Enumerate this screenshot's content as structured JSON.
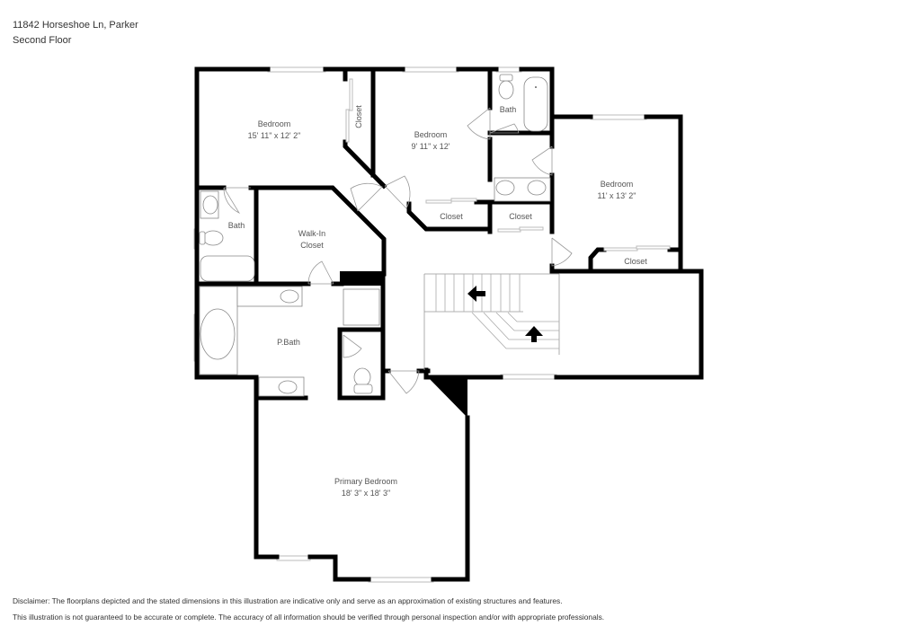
{
  "header": {
    "address": "11842 Horseshoe Ln, Parker",
    "floor": "Second Floor"
  },
  "rooms": [
    {
      "name": "Bedroom",
      "dimensions": "15' 11\" x 12' 2\""
    },
    {
      "name": "Closet",
      "dimensions": ""
    },
    {
      "name": "Bedroom",
      "dimensions": "9' 11\" x 12'"
    },
    {
      "name": "Bath",
      "dimensions": ""
    },
    {
      "name": "Bedroom",
      "dimensions": "11' x 13' 2\""
    },
    {
      "name": "Closet",
      "dimensions": ""
    },
    {
      "name": "Closet",
      "dimensions": ""
    },
    {
      "name": "Closet",
      "dimensions": ""
    },
    {
      "name": "Bath",
      "dimensions": ""
    },
    {
      "name": "Walk-In",
      "dimensions": "Closet"
    },
    {
      "name": "P.Bath",
      "dimensions": ""
    },
    {
      "name": "Primary Bedroom",
      "dimensions": "18' 3\" x 18' 3\""
    }
  ],
  "disclaimer": {
    "line1": "Disclaimer: The floorplans depicted and the stated dimensions in this illustration are indicative only and serve as an approximation of existing structures and features.",
    "line2": "This illustration is not guaranteed to be accurate or complete. The accuracy of all information should be verified through personal inspection and/or with appropriate professionals."
  },
  "icons": {
    "stairs_down_arrow": "arrow-left",
    "stairs_up_arrow": "arrow-up"
  }
}
